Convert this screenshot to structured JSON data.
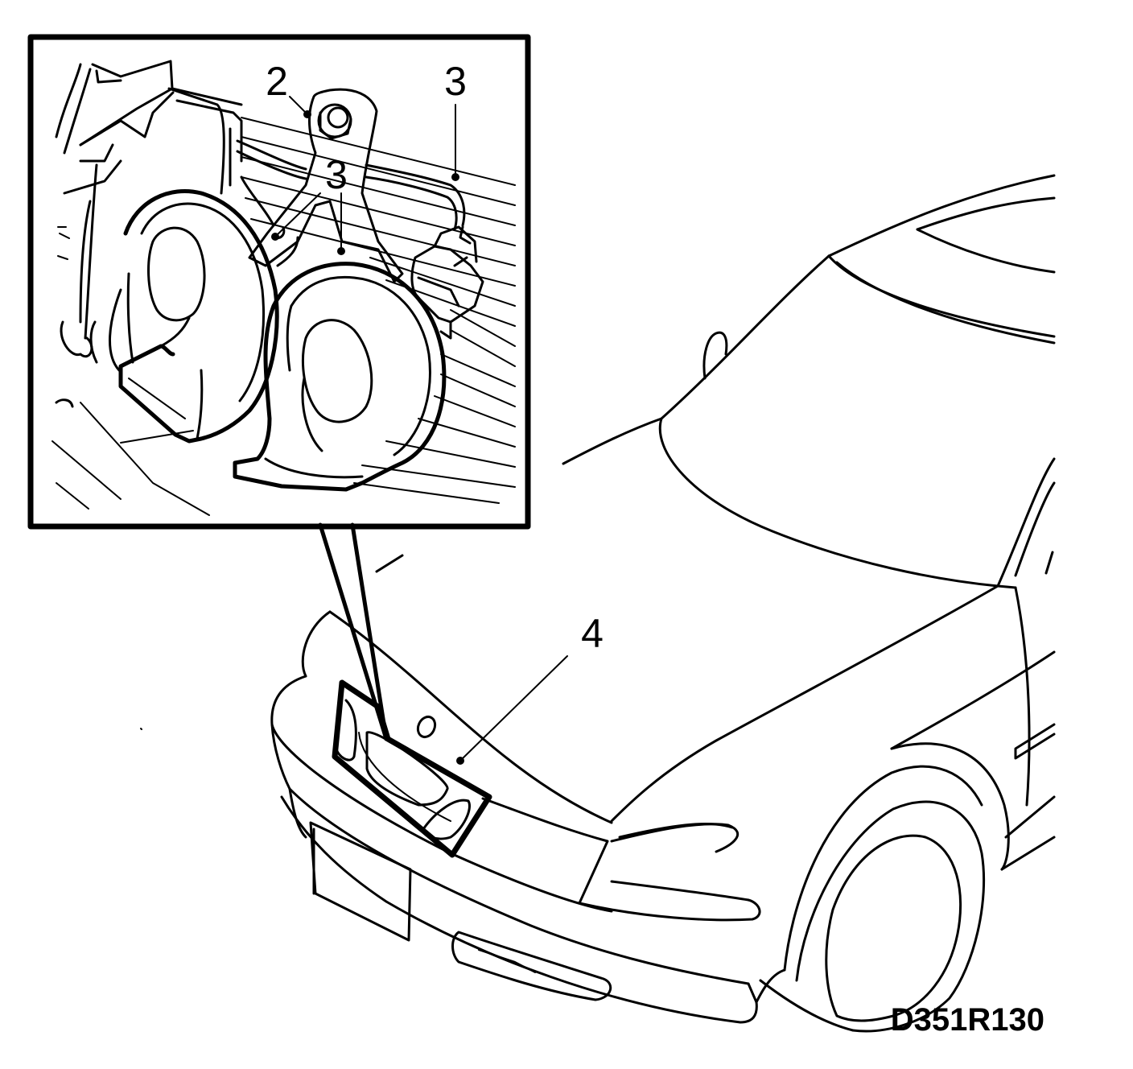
{
  "callouts": {
    "detail_bolt": "2",
    "detail_wiring_top": "3",
    "detail_wiring_center": "3",
    "vehicle_location": "4"
  },
  "figure_code": "D351R130",
  "colors": {
    "line": "#000000",
    "background": "#ffffff"
  }
}
